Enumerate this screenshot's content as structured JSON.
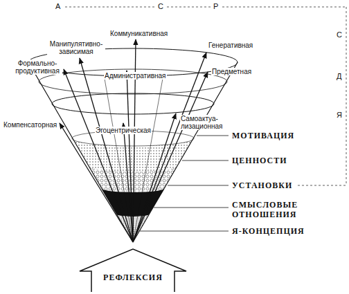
{
  "diagram": {
    "nodes": [
      {
        "text": [
          "РЕФЛЕКСИЯ"
        ]
      }
    ],
    "labels": [
      "А",
      "С",
      "Р",
      "Манипулятивно-зависимая",
      "Коммуникативная",
      "Генеративная",
      "Формально-продуктивная",
      "Административная",
      "Предметная",
      "Компенсаторная",
      "Эгоцентрическая",
      "Самоактуа- лизационная",
      "МОТИВАЦИЯ",
      "ЦЕННОСТИ",
      "УСТАНОВКИ",
      "СМЫСЛОВЫЕ ОТНОШЕНИЯ",
      "Я-КОНЦЕПЦИЯ",
      "С",
      "Д",
      "Я"
    ]
  }
}
